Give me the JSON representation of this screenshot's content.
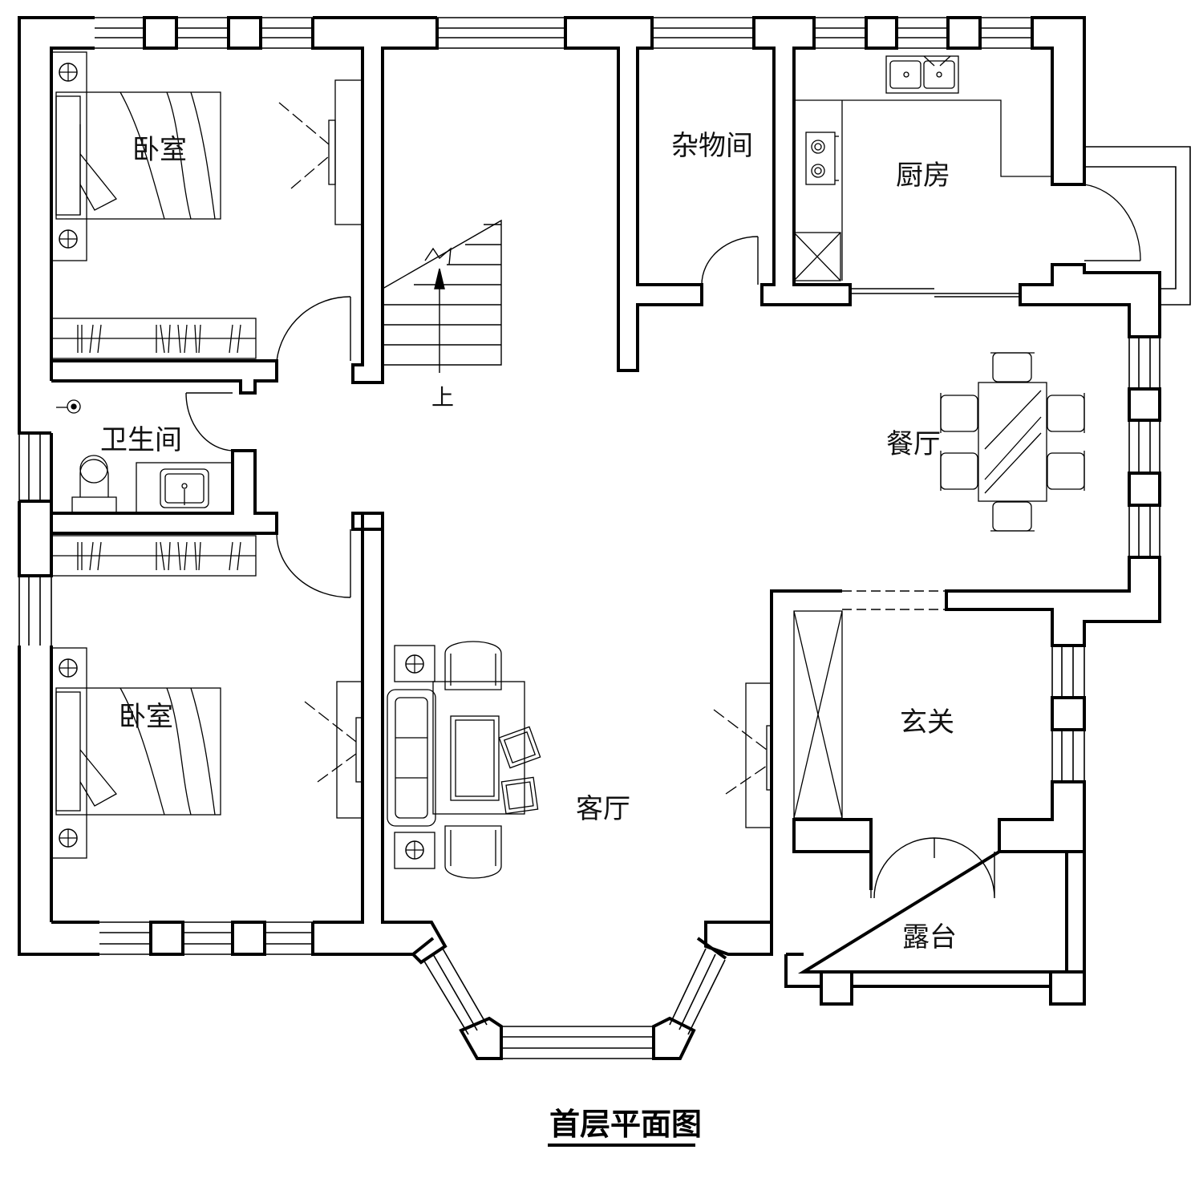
{
  "drawing": {
    "title": "首层平面图",
    "rooms": {
      "bedroom_top": "卧室",
      "bedroom_bottom": "卧室",
      "bathroom": "卫生间",
      "storage": "杂物间",
      "kitchen": "厨房",
      "dining": "餐厅",
      "living": "客厅",
      "foyer": "玄关",
      "terrace": "露台"
    },
    "stair_label": "上"
  }
}
